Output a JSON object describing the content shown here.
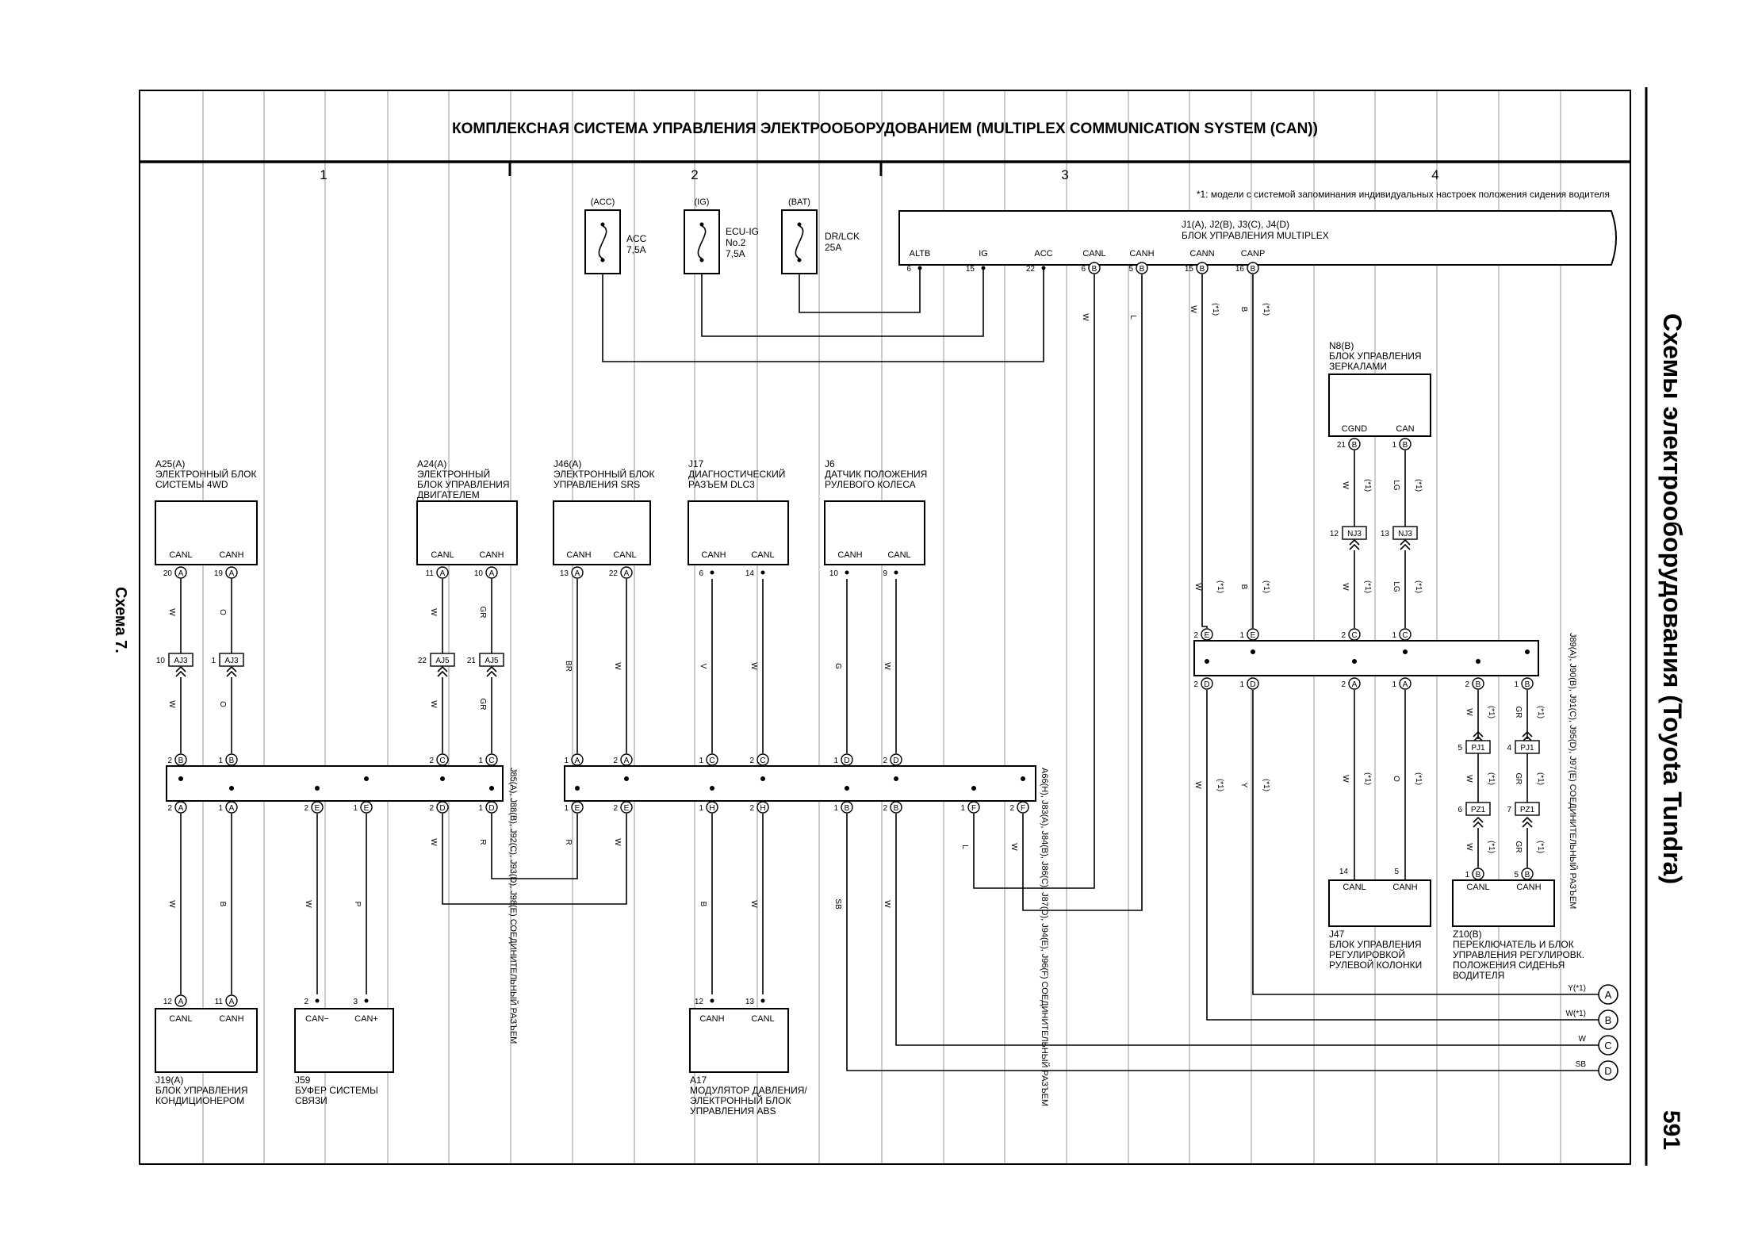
{
  "title": "КОМПЛЕКСНАЯ СИСТЕМА УПРАВЛЕНИЯ ЭЛЕКТРООБОРУДОВАНИЕМ (MULTIPLEX COMMUNICATION SYSTEM (CAN))",
  "side_title": "Схемы электрооборудования (Toyota Tundra)",
  "page_number": "591",
  "scheme_label": "Схема 7.",
  "sections": [
    "1",
    "2",
    "3",
    "4"
  ],
  "footnote": "*1: модели с системой запоминания индивидуальных настроек положения сидения водителя",
  "fuses": [
    {
      "tag": "(ACC)",
      "name": "ACC",
      "rating": "7,5A"
    },
    {
      "tag": "(IG)",
      "name": "ECU-IG",
      "sub": "No.2",
      "rating": "7,5A"
    },
    {
      "tag": "(BAT)",
      "name": "DR/LCK",
      "rating": "25A"
    }
  ],
  "multiplex": {
    "code": "J1(A), J2(B), J3(C), J4(D)",
    "name": "БЛОК УПРАВЛЕНИЯ MULTIPLEX",
    "pins": [
      {
        "label": "ALTB",
        "num": "6",
        "conn": ""
      },
      {
        "label": "IG",
        "num": "15",
        "conn": ""
      },
      {
        "label": "ACC",
        "num": "22",
        "conn": ""
      },
      {
        "label": "CANL",
        "num": "6",
        "conn": "B"
      },
      {
        "label": "CANH",
        "num": "5",
        "conn": "B"
      },
      {
        "label": "CANN",
        "num": "15",
        "conn": "B"
      },
      {
        "label": "CANP",
        "num": "16",
        "conn": "B"
      }
    ]
  },
  "upper_components": [
    {
      "code": "A25(A)",
      "name1": "ЭЛЕКТРОННЫЙ БЛОК",
      "name2": "СИСТЕМЫ 4WD",
      "name3": "",
      "p1": "CANL",
      "p2": "CANH"
    },
    {
      "code": "A24(A)",
      "name1": "ЭЛЕКТРОННЫЙ",
      "name2": "БЛОК УПРАВЛЕНИЯ",
      "name3": "ДВИГАТЕЛЕМ",
      "p1": "CANL",
      "p2": "CANH"
    },
    {
      "code": "J46(A)",
      "name1": "ЭЛЕКТРОННЫЙ БЛОК",
      "name2": "УПРАВЛЕНИЯ SRS",
      "name3": "",
      "p1": "CANH",
      "p2": "CANL"
    },
    {
      "code": "J17",
      "name1": "ДИАГНОСТИЧЕСКИЙ",
      "name2": "РАЗЪЕМ DLC3",
      "name3": "",
      "p1": "CANH",
      "p2": "CANL"
    },
    {
      "code": "J6",
      "name1": "ДАТЧИК ПОЛОЖЕНИЯ",
      "name2": "РУЛЕВОГО КОЛЕСА",
      "name3": "",
      "p1": "CANH",
      "p2": "CANL"
    }
  ],
  "mirror_unit": {
    "code": "N8(B)",
    "name1": "БЛОК УПРАВЛЕНИЯ",
    "name2": "ЗЕРКАЛАМИ",
    "p1": "CGND",
    "p2": "CAN"
  },
  "lower_components": [
    {
      "code": "J19(A)",
      "name1": "БЛОК УПРАВЛЕНИЯ",
      "name2": "КОНДИЦИОНЕРОМ",
      "name3": "",
      "p1": "CANL",
      "p2": "CANH"
    },
    {
      "code": "J59",
      "name1": "БУФЕР СИСТЕМЫ",
      "name2": "СВЯЗИ",
      "name3": "",
      "p1": "CAN−",
      "p2": "CAN+"
    },
    {
      "code": "A17",
      "name1": "МОДУЛЯТОР ДАВЛЕНИЯ/",
      "name2": "ЭЛЕКТРОННЫЙ БЛОК",
      "name3": "УПРАВЛЕНИЯ ABS",
      "p1": "CANH",
      "p2": "CANL"
    }
  ],
  "j47": {
    "code": "J47",
    "name1": "БЛОК УПРАВЛЕНИЯ",
    "name2": "РЕГУЛИРОВКОЙ",
    "name3": "РУЛЕВОЙ КОЛОНКИ",
    "p1": "CANL",
    "p2": "CANH"
  },
  "z10": {
    "code": "Z10(B)",
    "name1": "ПЕРЕКЛЮЧАТЕЛЬ И БЛОК",
    "name2": "УПРАВЛЕНИЯ РЕГУЛИРОВК.",
    "name3": "ПОЛОЖЕНИЯ СИДЕНЬЯ",
    "name4": "ВОДИТЕЛЯ",
    "p1": "CANL",
    "p2": "CANH"
  },
  "junctions": {
    "left": "J85(A), J88(B), J92(C), J93(D), J98(E) СОЕДИНИТЕЛЬНЫЙ РАЗЪЕМ",
    "mid": "A66(H), J83(A), J84(B), J86(C), J87(D), J94(E), J96(F) СОЕДИНИТЕЛЬНЫЙ РАЗЪЕМ",
    "right": "J89(A), J90(B), J91(C), J95(D), J97(E) СОЕДИНИТЕЛЬНЫЙ РАЗЪЕМ"
  },
  "connectors": [
    "AJ3",
    "AJ5",
    "NJ3",
    "PJ1",
    "PZ1"
  ],
  "wire_colors": [
    "W",
    "O",
    "GR",
    "BR",
    "V",
    "G",
    "L",
    "B",
    "R",
    "P",
    "SB",
    "LG",
    "Y"
  ],
  "note_star": "(*1)",
  "outputs": [
    {
      "letter": "A",
      "wire": "Y(*1)"
    },
    {
      "letter": "B",
      "wire": "W(*1)"
    },
    {
      "letter": "C",
      "wire": "W"
    },
    {
      "letter": "D",
      "wire": "SB"
    }
  ]
}
